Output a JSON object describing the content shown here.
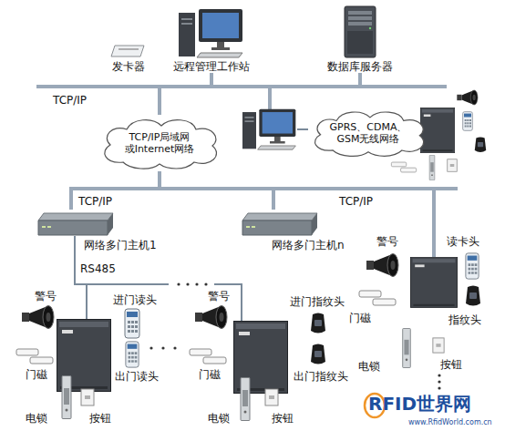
{
  "diagram": {
    "nodes": [
      {
        "text": [
          "发卡器"
        ]
      },
      {
        "text": [
          "远程管理工作站"
        ]
      },
      {
        "text": [
          "数据库服务器"
        ]
      },
      {
        "text": [
          "TCP/IP局域网 或Internet网络"
        ]
      },
      {
        "text": [
          "GPRS、CDMA、 GSM无线网络"
        ]
      },
      {
        "text": [
          "网络多门主机1"
        ]
      },
      {
        "text": [
          "网络多门主机n"
        ]
      }
    ],
    "edges": [
      {
        "from": 1,
        "to": 3,
        "arrow": "none"
      },
      {
        "from": 2,
        "to": 3,
        "arrow": "none"
      },
      {
        "from": 3,
        "to": 5,
        "arrow": "none"
      },
      {
        "from": 3,
        "to": 6,
        "arrow": "none"
      }
    ],
    "labels": [
      "TCP/IP",
      "TCP/IP",
      "TCP/IP",
      "RS485",
      "警号",
      "进门读头",
      "门磁",
      "出门读头",
      "电锁",
      "按钮",
      "警号",
      "进门指纹头",
      "门磁",
      "出门指纹头",
      "电锁",
      "按钮",
      "警号",
      "读卡头",
      "门磁",
      "指纹头",
      "电锁",
      "按钮",
      "RFID世界网",
      "www.RfidWorld.com.cn"
    ]
  }
}
